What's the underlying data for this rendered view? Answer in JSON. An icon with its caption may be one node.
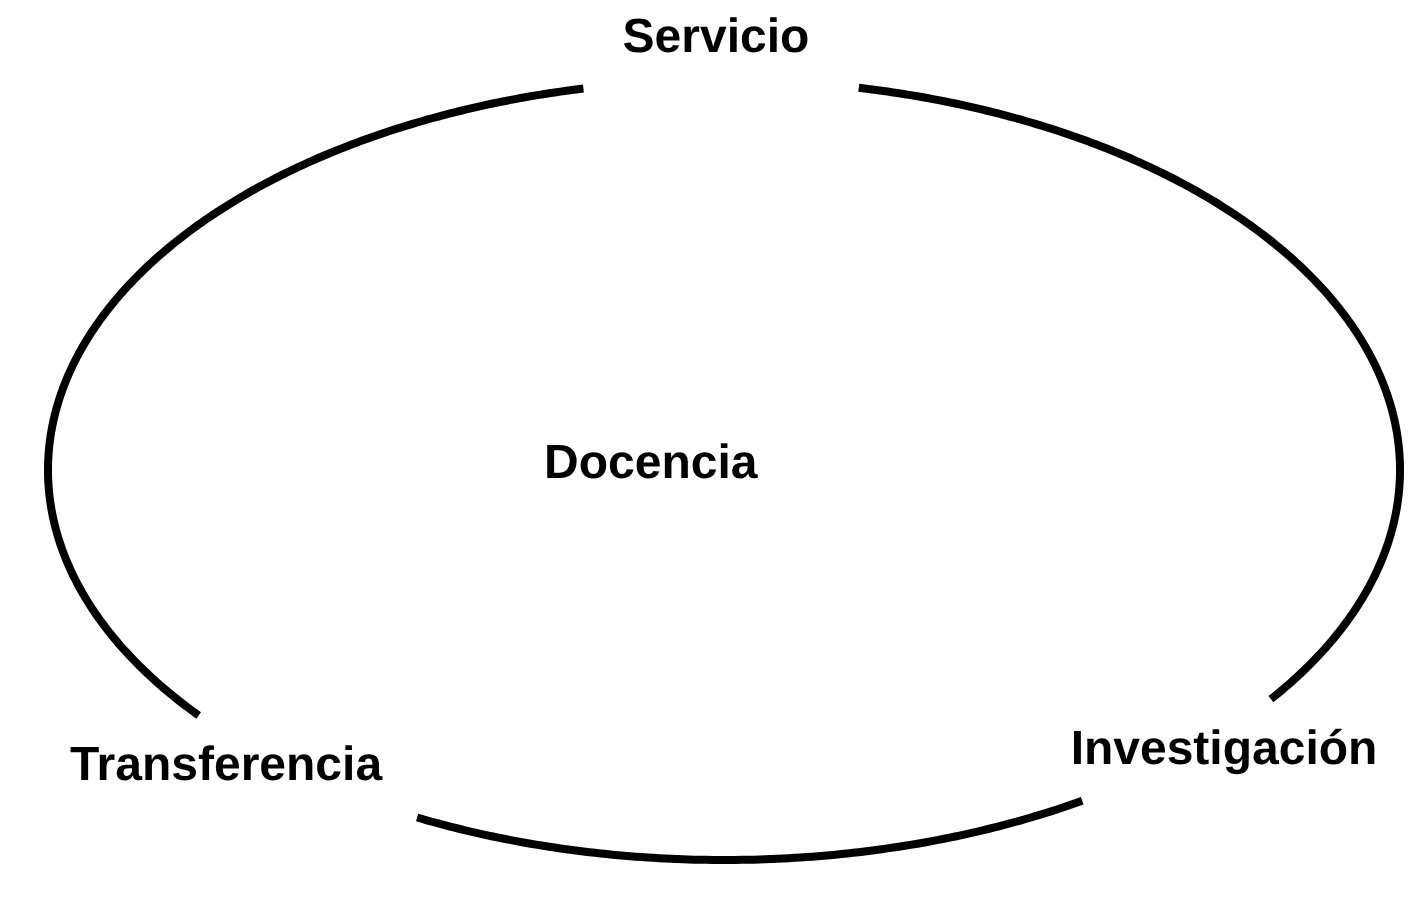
{
  "diagram": {
    "nodes": [
      {
        "text": [
          "Servicio"
        ]
      },
      {
        "text": [
          "Transferencia"
        ]
      },
      {
        "text": [
          "Investigación"
        ]
      }
    ],
    "edges": [
      {
        "from": 0,
        "to": 2,
        "arrow": "none"
      },
      {
        "from": 2,
        "to": 1,
        "arrow": "none"
      },
      {
        "from": 1,
        "to": 0,
        "arrow": "none"
      }
    ],
    "labels": [
      "Docencia"
    ]
  }
}
